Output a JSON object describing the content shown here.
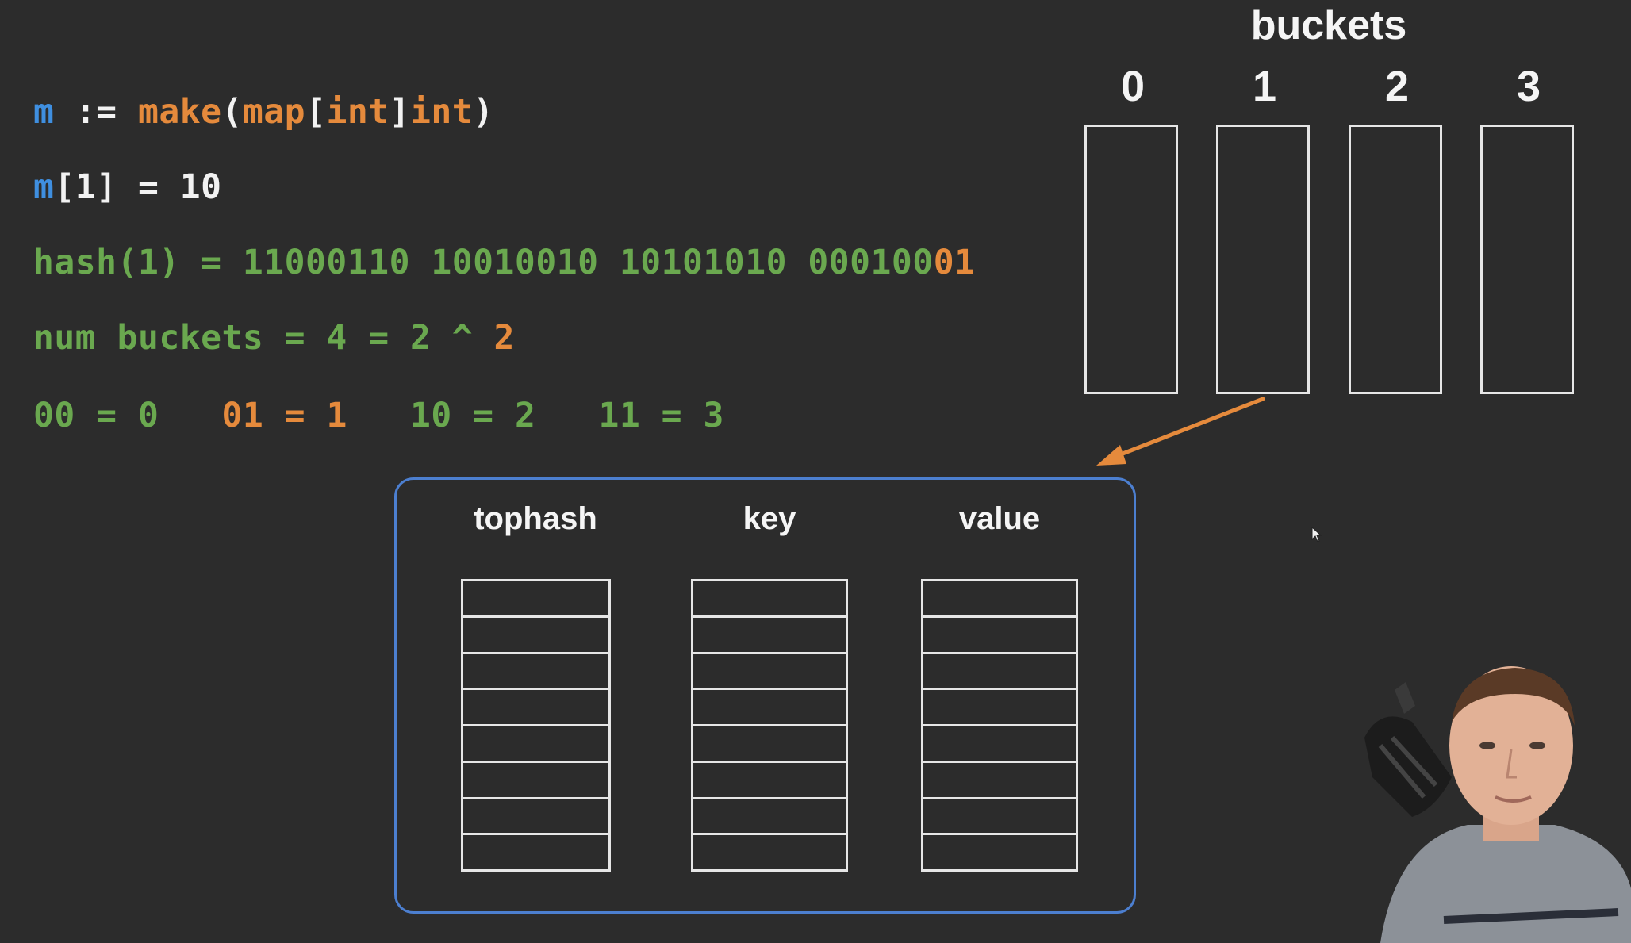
{
  "code": {
    "line1": [
      {
        "text": "m",
        "color": "blue"
      },
      {
        "text": " := ",
        "color": "white"
      },
      {
        "text": "make",
        "color": "orange"
      },
      {
        "text": "(",
        "color": "white"
      },
      {
        "text": "map",
        "color": "orange"
      },
      {
        "text": "[",
        "color": "white"
      },
      {
        "text": "int",
        "color": "orange"
      },
      {
        "text": "]",
        "color": "white"
      },
      {
        "text": "int",
        "color": "orange"
      },
      {
        "text": ")",
        "color": "white"
      }
    ],
    "line2": [
      {
        "text": "m",
        "color": "blue"
      },
      {
        "text": "[1] = 10",
        "color": "white"
      }
    ],
    "line3": [
      {
        "text": "hash(1) = 11000110 10010010 10101010 000100",
        "color": "green"
      },
      {
        "text": "01",
        "color": "orange"
      }
    ],
    "line4": [
      {
        "text": "num buckets = 4 = 2 ^ ",
        "color": "green"
      },
      {
        "text": "2",
        "color": "orange"
      }
    ],
    "line5": [
      {
        "text": "00 = 0   ",
        "color": "green"
      },
      {
        "text": "01 = 1",
        "color": "orange"
      },
      {
        "text": "   10 = 2   11 = 3",
        "color": "green"
      }
    ]
  },
  "buckets": {
    "title": "buckets",
    "indices": [
      "0",
      "1",
      "2",
      "3"
    ]
  },
  "bucket_detail": {
    "columns": [
      "tophash",
      "key",
      "value"
    ],
    "slot_count": 8
  },
  "colors": {
    "background": "#2c2c2c",
    "blue": "#3f8fe0",
    "white": "#f2f2f2",
    "orange": "#e58a3c",
    "green": "#6aa84f",
    "panel_border": "#4c7fd0",
    "box_border": "#e6e6e6"
  }
}
